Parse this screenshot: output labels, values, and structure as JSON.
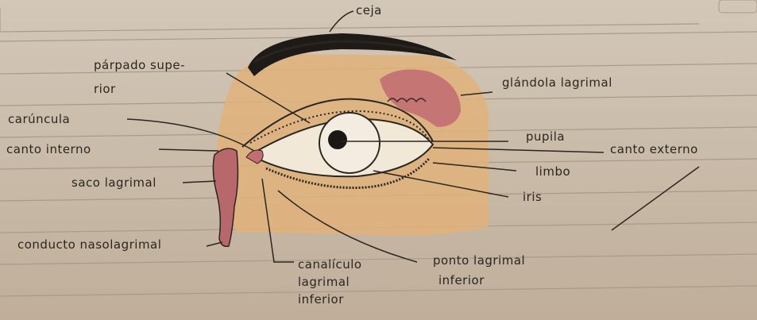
{
  "labels": {
    "ceja": "ceja",
    "parpado_superior_1": "párpado supe-",
    "parpado_superior_2": "rior",
    "glandula_lagrimal": "glándola lagrimal",
    "caruncula": "carúncula",
    "pupila": "pupila",
    "canto_externo": "canto externo",
    "canto_interno": "canto interno",
    "limbo": "limbo",
    "saco_lagrimal": "saco lagrimal",
    "iris": "iris",
    "conducto_nasolagrimal": "conducto nasolagrimal",
    "canaliculo_1": "canalículo",
    "canaliculo_2": "lagrimal",
    "canaliculo_3": "inferior",
    "punto_lagrimal_1": "ponto lagrimal",
    "punto_lagrimal_2": "inferior"
  },
  "colors": {
    "paper": "#cdbfae",
    "skin": "#e0b27a",
    "lacrimal_pink": "#c26e72",
    "ink": "#2c2621"
  }
}
